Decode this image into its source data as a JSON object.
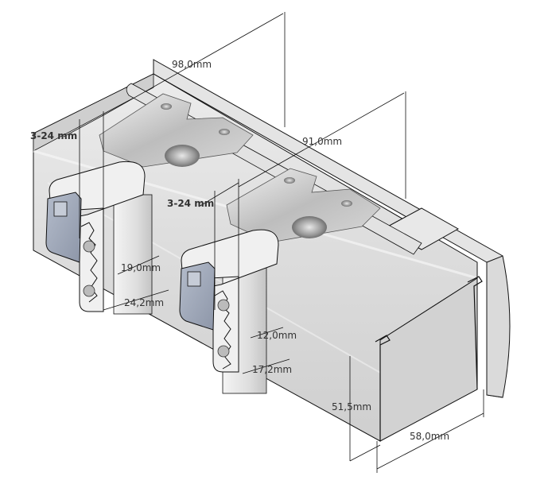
{
  "drawing": {
    "subject": "curtain-rail-bracket-isometric",
    "colors": {
      "background": "#ffffff",
      "outline": "#111111",
      "body_light": "#e6e6e6",
      "body_mid": "#d4d4d4",
      "body_dark": "#b8b8b8",
      "clip_blue": "#9aa3b3",
      "label": "#333333"
    }
  },
  "dimensions": {
    "overall_length": "98,0mm",
    "bracket_length": "91,0mm",
    "clamp_range_left": "3-24 mm",
    "clamp_range_right": "3-24 mm",
    "left_inner_width": "19,0mm",
    "left_outer_width": "24,2mm",
    "right_inner_width": "12,0mm",
    "right_outer_width": "17,2mm",
    "rail_height": "51,5mm",
    "rail_width": "58,0mm"
  }
}
